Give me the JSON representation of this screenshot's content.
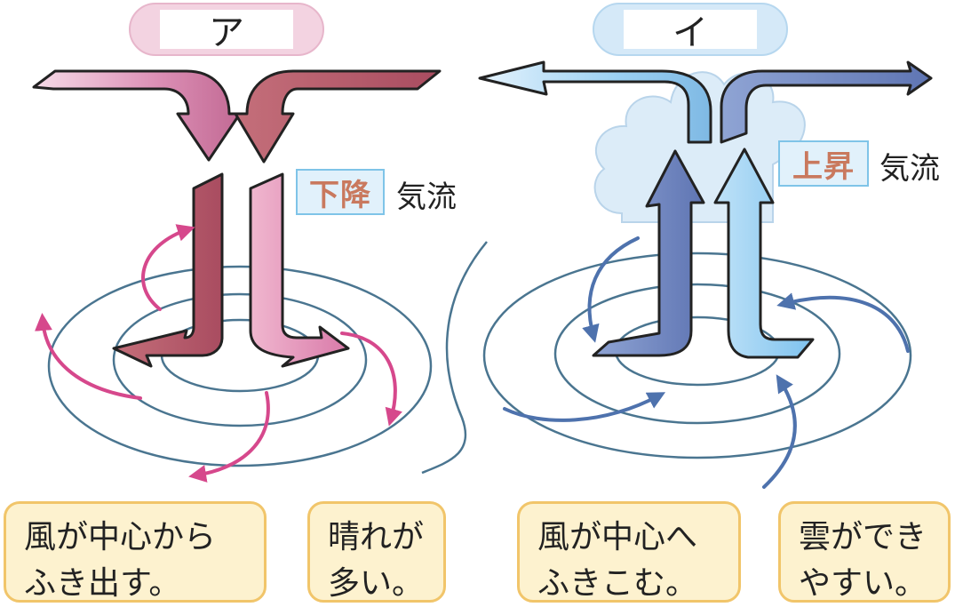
{
  "panels": [
    {
      "id": "a",
      "title": "ア",
      "flow_tag": "下降",
      "flow_word": "気流",
      "notes": [
        {
          "line1": "風が中心から",
          "line2": "ふき出す。"
        },
        {
          "line1": "晴れが",
          "line2": "多い。"
        }
      ]
    },
    {
      "id": "i",
      "title": "イ",
      "flow_tag": "上昇",
      "flow_word": "気流",
      "notes": [
        {
          "line1": "風が中心へ",
          "line2": "ふきこむ。"
        },
        {
          "line1": "雲ができ",
          "line2": "やすい。"
        }
      ]
    }
  ],
  "colors": {
    "pink_pill": "#f3d3e1",
    "blue_pill": "#d5e9f8",
    "pink_wind": "#d6488c",
    "blue_wind": "#4e72ad",
    "isobar": "#4a7590",
    "note_fill": "#fdf2cf",
    "note_border": "#f1c56a",
    "tag_text": "#c9795e"
  }
}
